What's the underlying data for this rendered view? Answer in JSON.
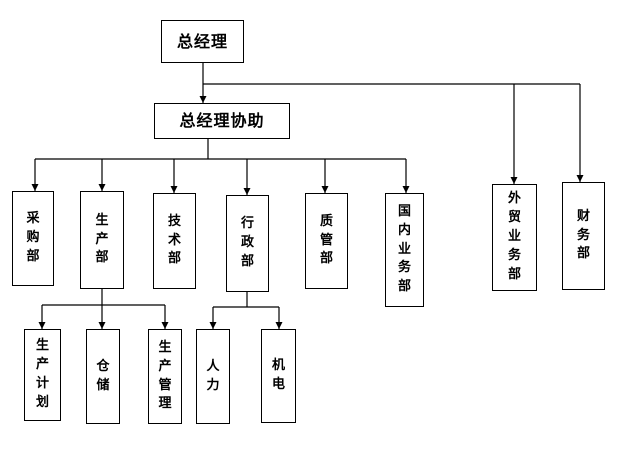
{
  "diagram": {
    "nodes": {
      "ceo": "总经理",
      "assistant": "总经理协助",
      "purchasing": "采购部",
      "production": "生产部",
      "technology": "技术部",
      "administration": "行政部",
      "quality": "质管部",
      "domestic_sales": "国内业务部",
      "foreign_trade": "外贸业务部",
      "finance": "财务部",
      "production_planning": "生产计划",
      "warehouse": "仓储",
      "production_management": "生产管理",
      "human_resources": "人力",
      "mechanical_electrical": "机电"
    }
  },
  "colors": {
    "line": "#000000",
    "box_border": "#000000",
    "background": "#ffffff"
  }
}
